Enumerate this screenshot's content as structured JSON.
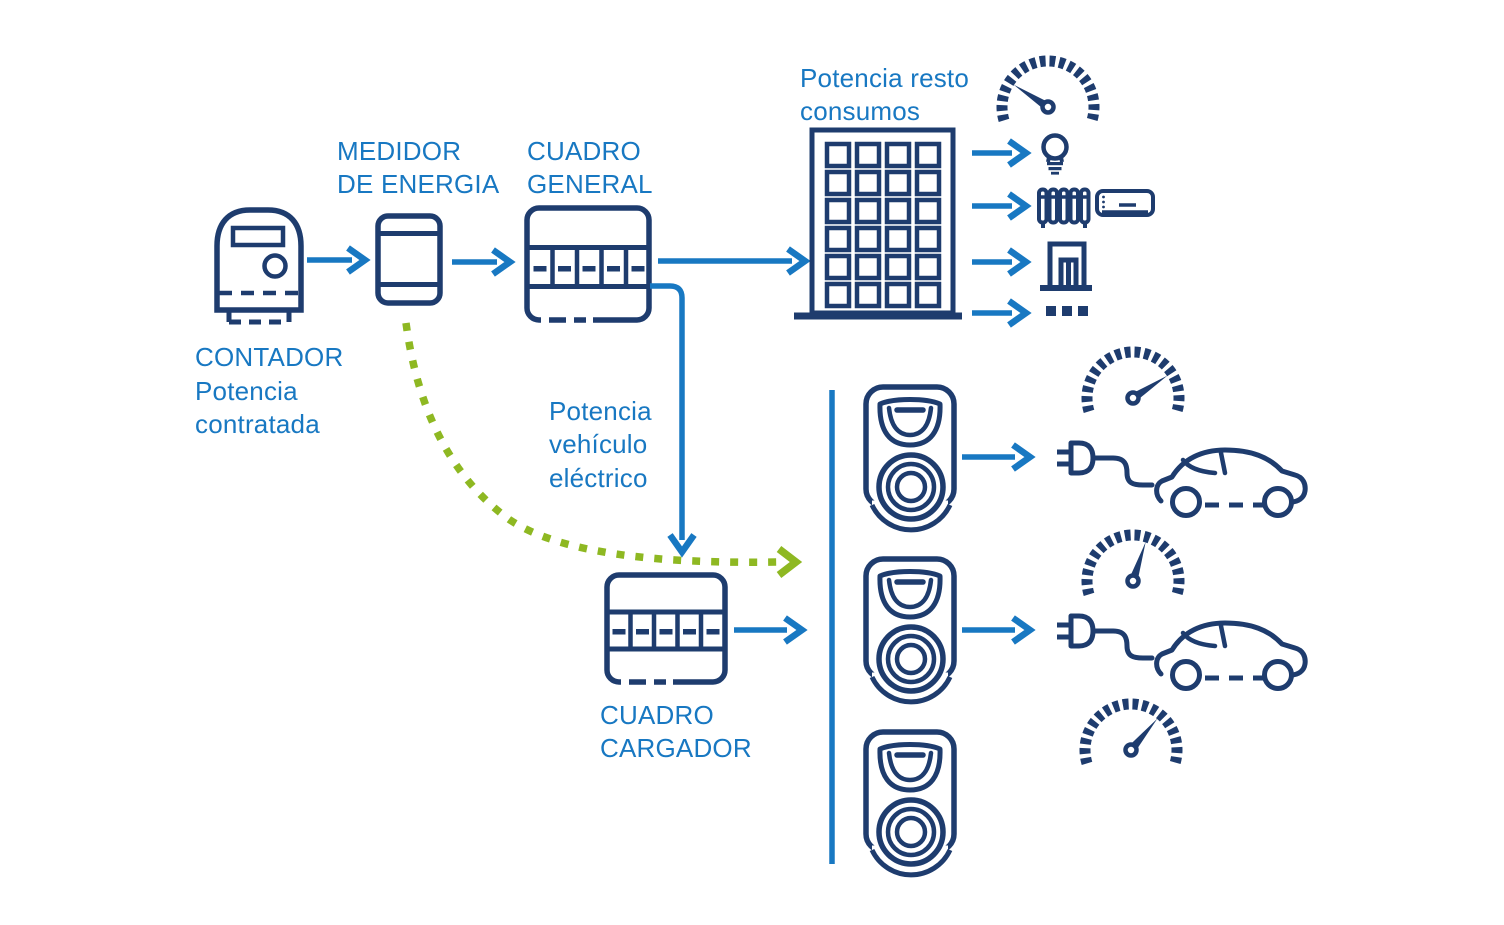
{
  "colors": {
    "navy": "#1e3c6e",
    "blue": "#1878c2",
    "green": "#8eb822",
    "background": "#ffffff"
  },
  "labels": {
    "contador": {
      "line1": "CONTADOR",
      "line2": "Potencia",
      "line3": "contratada"
    },
    "medidor": {
      "line1": "MEDIDOR",
      "line2": "DE ENERGIA"
    },
    "cuadro_general": {
      "line1": "CUADRO",
      "line2": "GENERAL"
    },
    "potencia_resto": {
      "line1": "Potencia resto",
      "line2": "consumos"
    },
    "potencia_vehiculo": {
      "line1": "Potencia",
      "line2": "vehículo",
      "line3": "eléctrico"
    },
    "cuadro_cargador": {
      "line1": "CUADRO",
      "line2": "CARGADOR"
    }
  },
  "gauges": [
    {
      "location": "edificio-resto-consumos",
      "needle_angle_deg": 147
    },
    {
      "location": "cargador-1",
      "needle_angle_deg": 33
    },
    {
      "location": "cargador-2",
      "needle_angle_deg": 72
    },
    {
      "location": "cargador-3",
      "needle_angle_deg": 50
    }
  ],
  "icons": [
    "electricity-meter-icon",
    "energy-meter-icon",
    "breaker-panel-icon",
    "building-icon",
    "gauge-icon",
    "lightbulb-icon",
    "radiator-icon",
    "air-conditioner-icon",
    "elevator-icon",
    "ellipsis-icon",
    "charger-breaker-panel-icon",
    "wallbox-charger-icon",
    "plug-cable-icon",
    "electric-car-icon"
  ],
  "flows": [
    {
      "from": "contador",
      "to": "medidor-de-energia",
      "style": "blue-arrow"
    },
    {
      "from": "medidor-de-energia",
      "to": "cuadro-general",
      "style": "blue-arrow"
    },
    {
      "from": "cuadro-general",
      "to": "edificio-resto-consumos",
      "style": "blue-arrow"
    },
    {
      "from": "cuadro-general",
      "to": "cuadro-cargador",
      "style": "blue-arrow"
    },
    {
      "from": "medidor-de-energia",
      "to": "cuadro-cargador",
      "style": "green-dotted-arrow"
    },
    {
      "from": "edificio",
      "to": "iluminacion",
      "style": "blue-arrow"
    },
    {
      "from": "edificio",
      "to": "climatizacion",
      "style": "blue-arrow"
    },
    {
      "from": "edificio",
      "to": "ascensor",
      "style": "blue-arrow"
    },
    {
      "from": "edificio",
      "to": "otros-consumos",
      "style": "blue-arrow"
    },
    {
      "from": "cuadro-cargador",
      "to": "bus-cargadores",
      "style": "blue-arrow"
    },
    {
      "from": "cargador-1",
      "to": "vehiculo-electrico-1",
      "style": "blue-arrow"
    },
    {
      "from": "cargador-2",
      "to": "vehiculo-electrico-2",
      "style": "blue-arrow"
    }
  ]
}
